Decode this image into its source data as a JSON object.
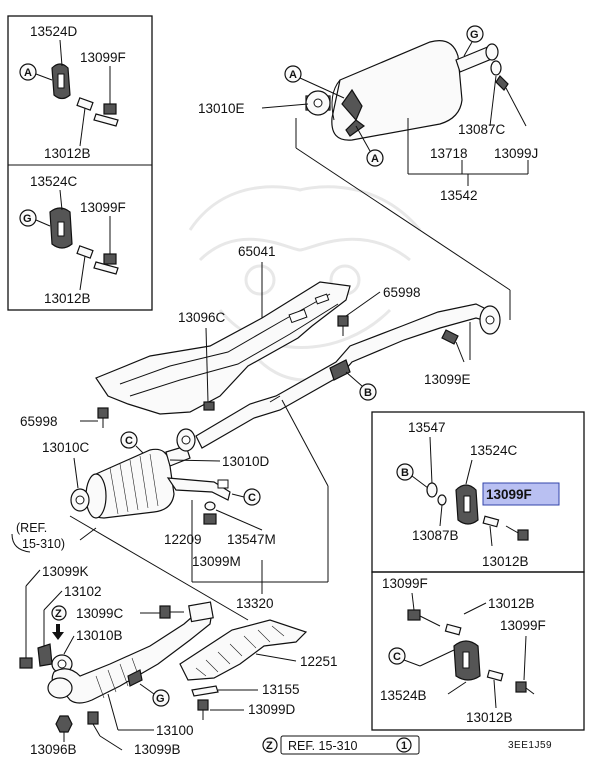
{
  "diagram": {
    "code": "3EE1J59",
    "reference_main": "REF. 15-310",
    "reference_main_suffix": "1",
    "reference_main_marker": "Z",
    "reference_side": "(REF.",
    "reference_side_line2": "15-310)"
  },
  "callouts": [
    "A",
    "B",
    "C",
    "G",
    "Z"
  ],
  "highlighted_part": "13099F",
  "parts": {
    "p13524D": "13524D",
    "p13099F_a": "13099F",
    "p13012B_a": "13012B",
    "p13524C_a": "13524C",
    "p13099F_b": "13099F",
    "p13012B_b": "13012B",
    "p13010E": "13010E",
    "p13087C": "13087C",
    "p13718": "13718",
    "p13099J": "13099J",
    "p13542": "13542",
    "p65041": "65041",
    "p13096C": "13096C",
    "p65998_a": "65998",
    "p13099E": "13099E",
    "p65998_b": "65998",
    "p13010C": "13010C",
    "p13010D": "13010D",
    "p12209": "12209",
    "p13547M": "13547M",
    "p13099M": "13099M",
    "p13320": "13320",
    "p13099K": "13099K",
    "p13102": "13102",
    "p13099C": "13099C",
    "p13010B": "13010B",
    "p12251": "12251",
    "p13155": "13155",
    "p13099D": "13099D",
    "p13100": "13100",
    "p13096B": "13096B",
    "p13099B": "13099B",
    "p13547": "13547",
    "p13524C_c": "13524C",
    "p13099F_hl": "13099F",
    "p13087B": "13087B",
    "p13012B_c": "13012B",
    "p13099F_d": "13099F",
    "p13012B_d": "13012B",
    "p13099F_e": "13099F",
    "p13524B": "13524B",
    "p13012B_e": "13012B"
  }
}
